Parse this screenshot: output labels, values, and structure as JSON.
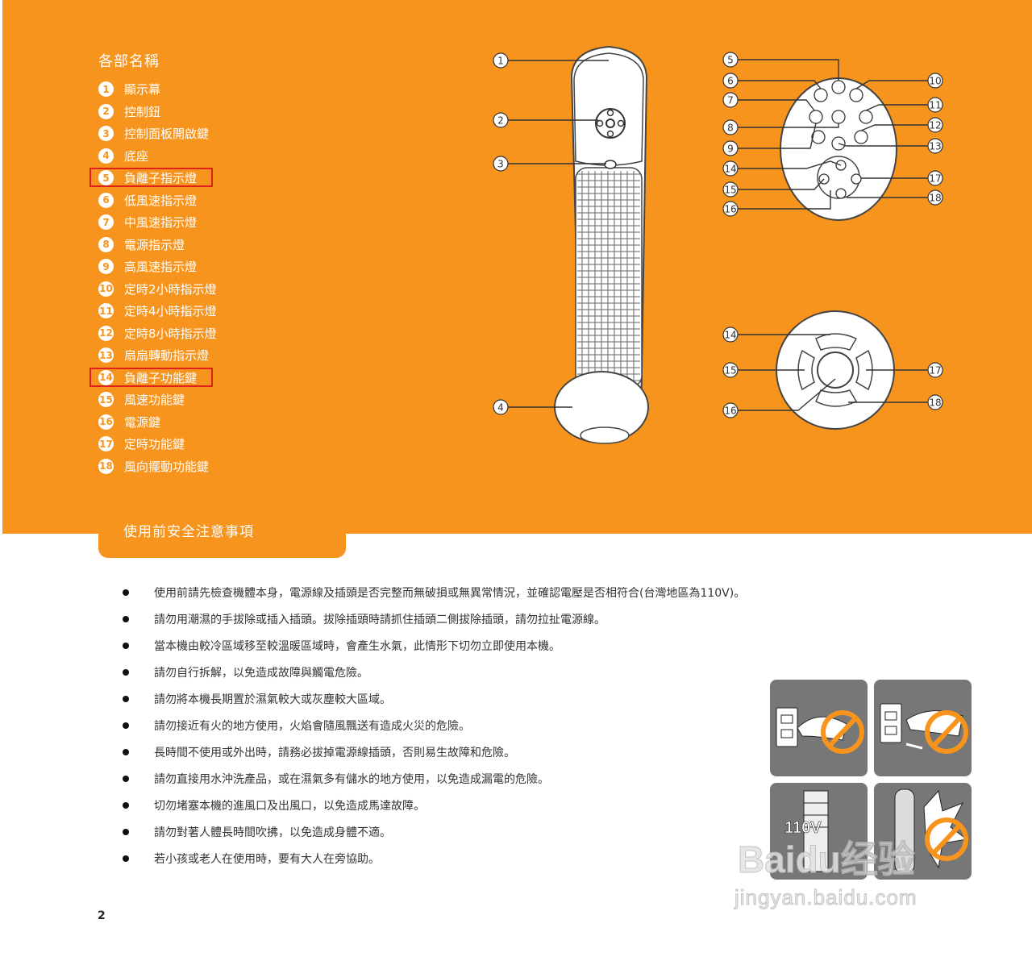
{
  "parts": {
    "title": "各部名稱",
    "items": [
      {
        "num": "1",
        "label": "顯示幕"
      },
      {
        "num": "2",
        "label": "控制鈕"
      },
      {
        "num": "3",
        "label": "控制面板開啟鍵"
      },
      {
        "num": "4",
        "label": "底座"
      },
      {
        "num": "5",
        "label": "負離子指示燈"
      },
      {
        "num": "6",
        "label": "低風速指示燈"
      },
      {
        "num": "7",
        "label": "中風速指示燈"
      },
      {
        "num": "8",
        "label": "電源指示燈"
      },
      {
        "num": "9",
        "label": "高風速指示燈"
      },
      {
        "num": "10",
        "label": "定時2小時指示燈"
      },
      {
        "num": "11",
        "label": "定時4小時指示燈"
      },
      {
        "num": "12",
        "label": "定時8小時指示燈"
      },
      {
        "num": "13",
        "label": "扇扇轉動指示燈"
      },
      {
        "num": "14",
        "label": "負離子功能鍵"
      },
      {
        "num": "15",
        "label": "風速功能鍵"
      },
      {
        "num": "16",
        "label": "電源鍵"
      },
      {
        "num": "17",
        "label": "定時功能鍵"
      },
      {
        "num": "18",
        "label": "風向擺動功能鍵"
      }
    ]
  },
  "diagram_callouts": {
    "fan": [
      "1",
      "2",
      "3",
      "4"
    ],
    "display": [
      "5",
      "6",
      "7",
      "8",
      "9",
      "10",
      "11",
      "12",
      "13",
      "14",
      "15",
      "16",
      "17",
      "18"
    ],
    "control": [
      "14",
      "15",
      "16",
      "17",
      "18"
    ]
  },
  "safety": {
    "title": "使用前安全注意事項",
    "notes": [
      "使用前請先檢查機體本身，電源線及插頭是否完整而無破損或無異常情況，並確認電壓是否相符合(台灣地區為110V)。",
      "請勿用潮濕的手拔除或插入插頭。拔除插頭時請抓住插頭二側拔除插頭，請勿拉扯電源線。",
      "當本機由較冷區域移至較溫暖區域時，會產生水氣，此情形下切勿立即使用本機。",
      "請勿自行拆解，以免造成故障與觸電危險。",
      "請勿將本機長期置於濕氣較大或灰塵較大區域。",
      "請勿接近有火的地方使用，火焰會隨風飄送有造成火災的危險。",
      "長時間不使用或外出時，請務必拔掉電源線插頭，否則易生故障和危險。",
      "請勿直接用水沖洗產品，或在濕氣多有儲水的地方使用，以免造成漏電的危險。",
      "切勿堵塞本機的進風口及出風口，以免造成馬達故障。",
      "請勿對著人體長時間吹拂，以免造成身體不適。",
      "若小孩或老人在使用時，要有大人在旁協助。"
    ]
  },
  "warning_images": {
    "voltage_label": "110V"
  },
  "page_number": "2",
  "watermark": {
    "main": "Baidu经验",
    "sub": "jingyan.baidu.com"
  },
  "colors": {
    "accent": "#F7941D",
    "highlight_box": "#E0201B"
  }
}
